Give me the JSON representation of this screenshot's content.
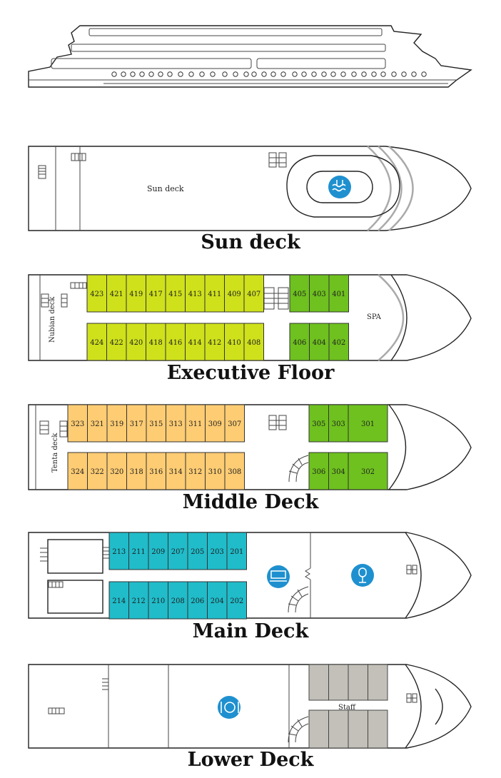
{
  "colors": {
    "executive_cabins": "#cfe11b",
    "executive_suites": "#6ec11e",
    "middle_cabins": "#fdcc73",
    "middle_suites": "#6ec11e",
    "main_cabins": "#20bcca",
    "lower_staff": "#c2c0b9",
    "icon_blue": "#1f90cf"
  },
  "decks": {
    "sun": {
      "title": "Sun deck",
      "inner_label": "Sun deck",
      "icons": [
        "pool-icon",
        "stairs-icon"
      ]
    },
    "executive": {
      "title": "Executive Floor",
      "side_label": "Nubian deck",
      "spa_label": "SPA",
      "top_cabins": [
        "423",
        "421",
        "419",
        "417",
        "415",
        "413",
        "411",
        "409",
        "407"
      ],
      "bottom_cabins": [
        "424",
        "422",
        "420",
        "418",
        "416",
        "414",
        "412",
        "410",
        "408"
      ],
      "top_suites": [
        "405",
        "403",
        "401"
      ],
      "bottom_suites": [
        "406",
        "404",
        "402"
      ]
    },
    "middle": {
      "title": "Middle Deck",
      "side_label": "Tenta deck",
      "top_cabins": [
        "323",
        "321",
        "319",
        "317",
        "315",
        "313",
        "311",
        "309",
        "307"
      ],
      "bottom_cabins": [
        "324",
        "322",
        "320",
        "318",
        "316",
        "314",
        "312",
        "310",
        "308"
      ],
      "top_suites": [
        "305",
        "303",
        "301"
      ],
      "bottom_suites": [
        "306",
        "304",
        "302"
      ]
    },
    "main": {
      "title": "Main Deck",
      "top_cabins": [
        "213",
        "211",
        "209",
        "207",
        "205",
        "203",
        "201"
      ],
      "bottom_cabins": [
        "214",
        "212",
        "210",
        "208",
        "206",
        "204",
        "202"
      ],
      "icons": [
        "reception-icon",
        "bar-icon"
      ]
    },
    "lower": {
      "title": "Lower Deck",
      "staff_label": "Staff",
      "icons": [
        "restaurant-icon"
      ]
    }
  }
}
